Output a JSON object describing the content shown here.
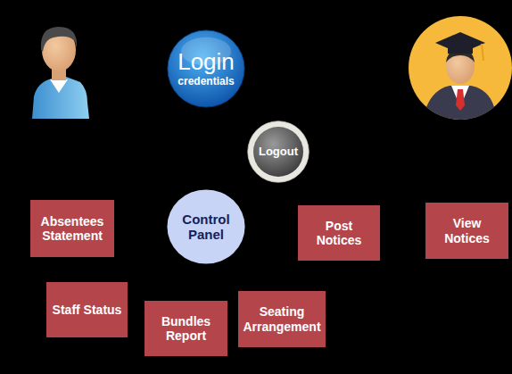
{
  "diagram": {
    "nodes": [
      {
        "text": [
          "Login",
          "credentials"
        ]
      },
      {
        "text": [
          "Logout"
        ]
      },
      {
        "text": [
          "Control Panel"
        ]
      },
      {
        "text": [
          "Absentees Statement"
        ]
      },
      {
        "text": [
          "Post Notices"
        ]
      },
      {
        "text": [
          "View Notices"
        ]
      },
      {
        "text": [
          "Staff Status"
        ]
      },
      {
        "text": [
          "Bundles Report"
        ]
      },
      {
        "text": [
          "Seating Arrangement"
        ]
      }
    ]
  }
}
